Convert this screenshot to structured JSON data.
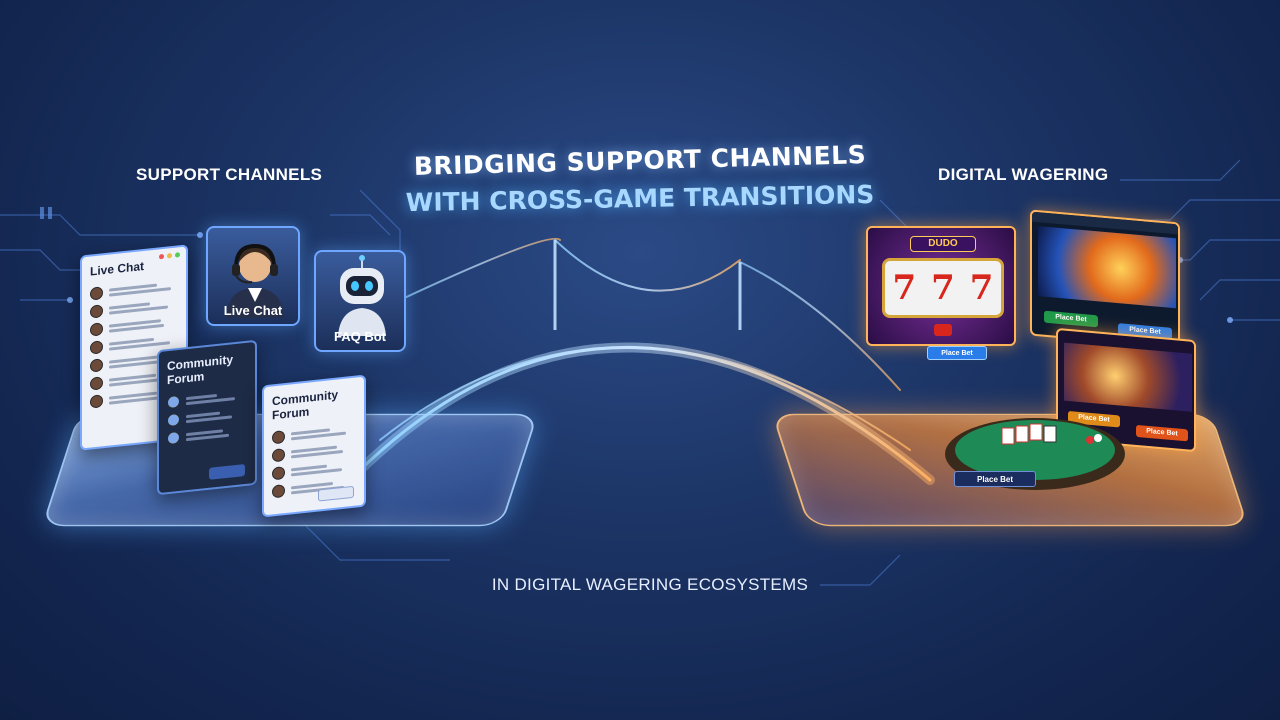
{
  "title": {
    "line1": "BRIDGING SUPPORT CHANNELS",
    "line2": "WITH CROSS-GAME TRANSITIONS",
    "footer": "IN DIGITAL WAGERING ECOSYSTEMS"
  },
  "left": {
    "heading": "SUPPORT CHANNELS",
    "live_chat_window": "Live Chat",
    "community_forum_dark": "Community Forum",
    "community_forum_light": "Community Forum",
    "agent_card": "Live Chat",
    "bot_card": "FAQ Bot"
  },
  "right": {
    "heading": "DIGITAL WAGERING",
    "slot_marquee": "DUDO",
    "slot_btn": "Place Bet",
    "game1_btn_a": "Place Bet",
    "game1_btn_b": "Place Bet",
    "game2_btn_a": "Place Bet",
    "game2_btn_b": "Place Bet",
    "table_btn": "Place Bet"
  },
  "colors": {
    "support_glow": "#6fa6ff",
    "wagering_glow": "#ffb45a",
    "background": "#1c3566"
  }
}
